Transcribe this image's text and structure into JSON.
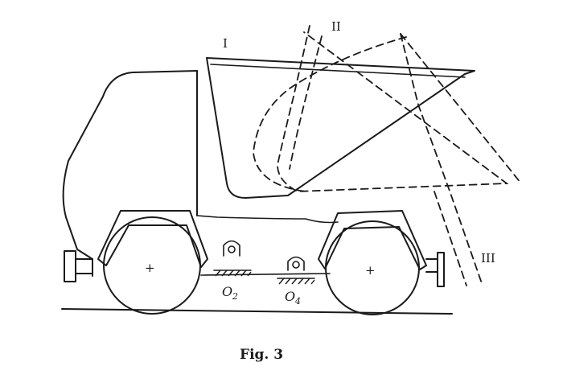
{
  "labels": {
    "position_1": "I",
    "position_2": "II",
    "position_3": "III",
    "pivot_o2_letter": "O",
    "pivot_o2_sub": "2",
    "pivot_o4_letter": "O",
    "pivot_o4_sub": "4",
    "wheel_center_mark": "+"
  },
  "caption": "Fig. 3"
}
